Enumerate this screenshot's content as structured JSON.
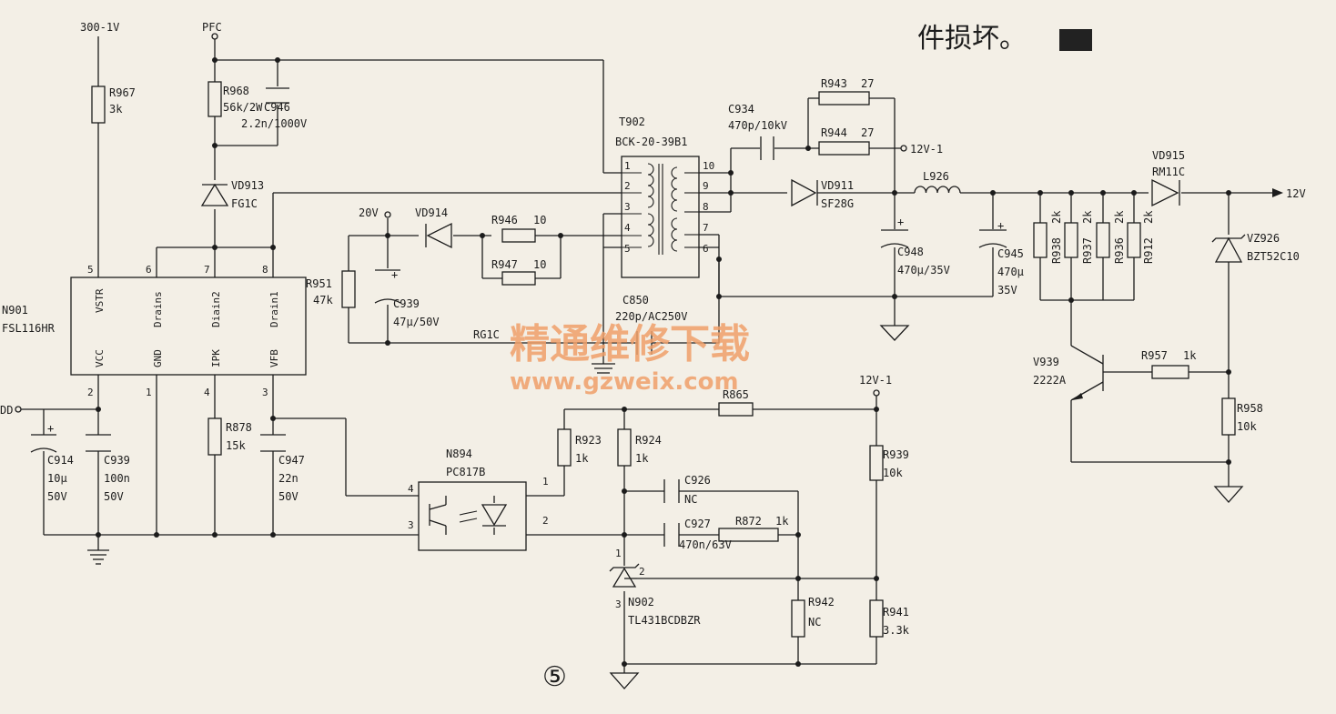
{
  "top_caption": "件损坏。",
  "watermark": {
    "cn": "精通维修下载",
    "url": "www.gzweix.com"
  },
  "figure_number": "⑤",
  "nets": {
    "hv": "300-1V",
    "pfc": "PFC",
    "v20": "20V",
    "v12_1a": "12V-1",
    "v12_1b": "12V-1",
    "v12": "12V",
    "vdd": "DD"
  },
  "ic": {
    "ref": "N901",
    "part": "FSL116HR",
    "top_pins": [
      {
        "num": "5",
        "name": "VSTR"
      },
      {
        "num": "6",
        "name": "Drains"
      },
      {
        "num": "7",
        "name": "Diain2"
      },
      {
        "num": "8",
        "name": "Drain1"
      }
    ],
    "bottom_pins": [
      {
        "num": "2",
        "name": "VCC"
      },
      {
        "num": "1",
        "name": "GND"
      },
      {
        "num": "4",
        "name": "IPK"
      },
      {
        "num": "3",
        "name": "VFB"
      }
    ]
  },
  "transformer": {
    "ref": "T902",
    "part": "BCK-20-39B1",
    "pins": [
      "1",
      "2",
      "3",
      "4",
      "5",
      "10",
      "9",
      "8",
      "7",
      "6"
    ]
  },
  "opto": {
    "ref": "N894",
    "part": "PC817B",
    "pins": [
      "4",
      "3",
      "1",
      "2"
    ]
  },
  "shunt": {
    "ref": "N902",
    "part": "TL431BCDBZR",
    "pins": [
      "1",
      "2",
      "3"
    ]
  },
  "transistor": {
    "ref": "V939",
    "part": "2222A"
  },
  "rg": "RG1C",
  "r": {
    "R967": {
      "ref": "R967",
      "val": "3k"
    },
    "R968": {
      "ref": "R968",
      "val": "56k/2W"
    },
    "R943": {
      "ref": "R943",
      "val": "27"
    },
    "R944": {
      "ref": "R944",
      "val": "27"
    },
    "R946": {
      "ref": "R946",
      "val": "10"
    },
    "R947": {
      "ref": "R947",
      "val": "10"
    },
    "R951": {
      "ref": "R951",
      "val": "47k"
    },
    "R878": {
      "ref": "R878",
      "val": "15k"
    },
    "R865": {
      "ref": "R865",
      "val": ""
    },
    "R923": {
      "ref": "R923",
      "val": "1k"
    },
    "R924": {
      "ref": "R924",
      "val": "1k"
    },
    "R939": {
      "ref": "R939",
      "val": "10k"
    },
    "R872": {
      "ref": "R872",
      "val": "1k"
    },
    "R942": {
      "ref": "R942",
      "val": "NC"
    },
    "R941": {
      "ref": "R941",
      "val": "3.3k"
    },
    "R938": {
      "ref": "R938",
      "val": "2k"
    },
    "R937": {
      "ref": "R937",
      "val": "2k"
    },
    "R936": {
      "ref": "R936",
      "val": "2k"
    },
    "R912": {
      "ref": "R912",
      "val": "2k"
    },
    "R957": {
      "ref": "R957",
      "val": "1k"
    },
    "R958": {
      "ref": "R958",
      "val": "10k"
    }
  },
  "c": {
    "C946": {
      "ref": "C946",
      "val": "2.2n/1000V"
    },
    "C934": {
      "ref": "C934",
      "val": "470p/10kV"
    },
    "C939a": {
      "ref": "C939",
      "val": "47μ/50V"
    },
    "C850": {
      "ref": "C850",
      "val": "220p/AC250V"
    },
    "C948": {
      "ref": "C948",
      "val": "470μ/35V"
    },
    "C945": {
      "ref": "C945",
      "val": "470μ",
      "val2": "35V"
    },
    "C914": {
      "ref": "C914",
      "val": "10μ",
      "val2": "50V"
    },
    "C939b": {
      "ref": "C939",
      "val": "100n",
      "val2": "50V"
    },
    "C947": {
      "ref": "C947",
      "val": "22n",
      "val2": "50V"
    },
    "C926": {
      "ref": "C926",
      "val": "NC"
    },
    "C927": {
      "ref": "C927",
      "val": "470n/63V"
    }
  },
  "d": {
    "VD913": {
      "ref": "VD913",
      "val": "FG1C"
    },
    "VD914": {
      "ref": "VD914",
      "val": ""
    },
    "VD911": {
      "ref": "VD911",
      "val": "SF28G"
    },
    "VD915": {
      "ref": "VD915",
      "val": "RM11C"
    },
    "VZ926": {
      "ref": "VZ926",
      "val": "BZT52C10"
    }
  },
  "l": {
    "L926": {
      "ref": "L926",
      "val": ""
    }
  }
}
